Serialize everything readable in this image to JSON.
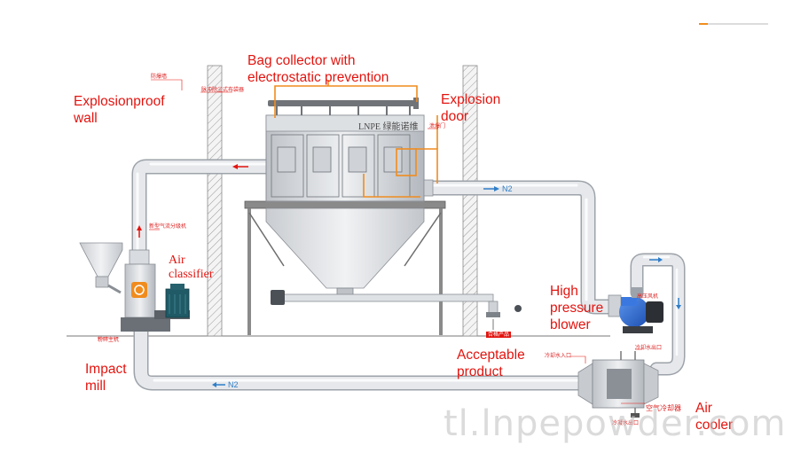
{
  "labels": {
    "bag_collector": [
      "Bag collector with",
      "electrostatic prevention"
    ],
    "explosion_door": [
      "Explosion",
      "door"
    ],
    "explosionproof_wall": [
      "Explosionproof",
      "wall"
    ],
    "air_classifier": [
      "Air",
      "classifier"
    ],
    "high_pressure_blower": [
      "High",
      "pressure",
      "blower"
    ],
    "acceptable_product": [
      "Acceptable",
      "product"
    ],
    "impact_mill": [
      "Impact",
      "mill"
    ],
    "air_cooler": [
      "Air",
      "cooler"
    ]
  },
  "flow_labels": {
    "n2_top": "N2",
    "n2_bottom": "N2"
  },
  "brand_text": "LNPE 绿能诺维",
  "tiny_labels": {
    "wall_tag": "防爆墙",
    "collector_tag": "脉冲除尘式布袋器",
    "door_tag": "泄爆门",
    "classifier_tag": "新型气流分级机",
    "mill_tag": "粉碎主机",
    "product_tag": "合格产品",
    "blower_tag": "高压风机",
    "cooling_in_tag": "冷却水入口",
    "cooling_out_tag": "冷却水出口",
    "cooler_tag": "空气冷却器",
    "drain_tag": "冷凝水出口"
  },
  "watermark": "tl.lnpepowder.com",
  "colors": {
    "label_red": "#e3140f",
    "pipe": "#dcdee2",
    "pipe_edge": "#9da3aa",
    "flow_blue": "#2e7ec9",
    "frame_orange": "#f08c1e",
    "frame_grey": "#707070",
    "blower_blue": "#2f6fd6"
  }
}
